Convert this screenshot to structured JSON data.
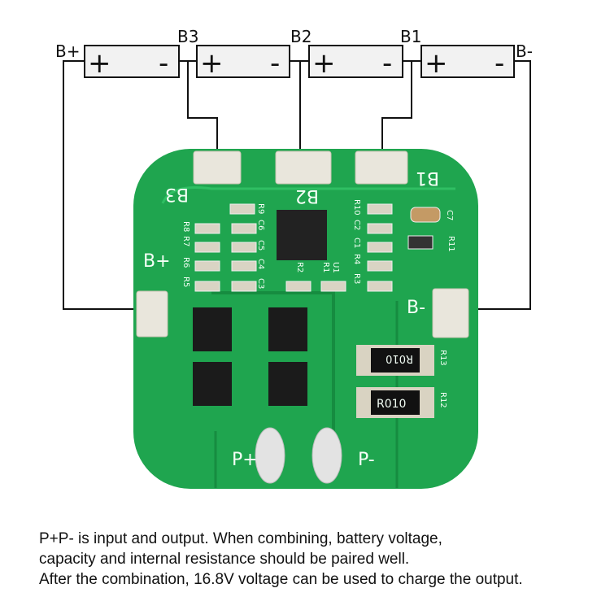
{
  "diagram": {
    "terminals": {
      "b_plus": "B+",
      "b3": "B3",
      "b2": "B2",
      "b1": "B1",
      "b_minus": "B-"
    },
    "cell_plus": "+",
    "cell_minus": "-",
    "board": {
      "pads": {
        "b3": "B3",
        "b2": "B2",
        "b1": "B1",
        "b_plus": "B+",
        "b_minus": "B-",
        "p_plus": "P+",
        "p_minus": "P-"
      },
      "resistor_marking": "R010",
      "component_labels": [
        "R13",
        "R12",
        "C7",
        "R11",
        "R9",
        "C6",
        "R8",
        "R7",
        "R6",
        "R5",
        "C5",
        "C4",
        "C3",
        "R2",
        "R1",
        "U1",
        "R10",
        "C2",
        "C1",
        "R4",
        "R3"
      ],
      "colors": {
        "pcb": "#1fa54f",
        "pad": "#e9e6dc"
      }
    }
  },
  "caption": [
    "P+P- is input and output. When combining, battery voltage,",
    "capacity and internal resistance should be paired well.",
    "After the combination, 16.8V voltage can be used to charge the output."
  ]
}
